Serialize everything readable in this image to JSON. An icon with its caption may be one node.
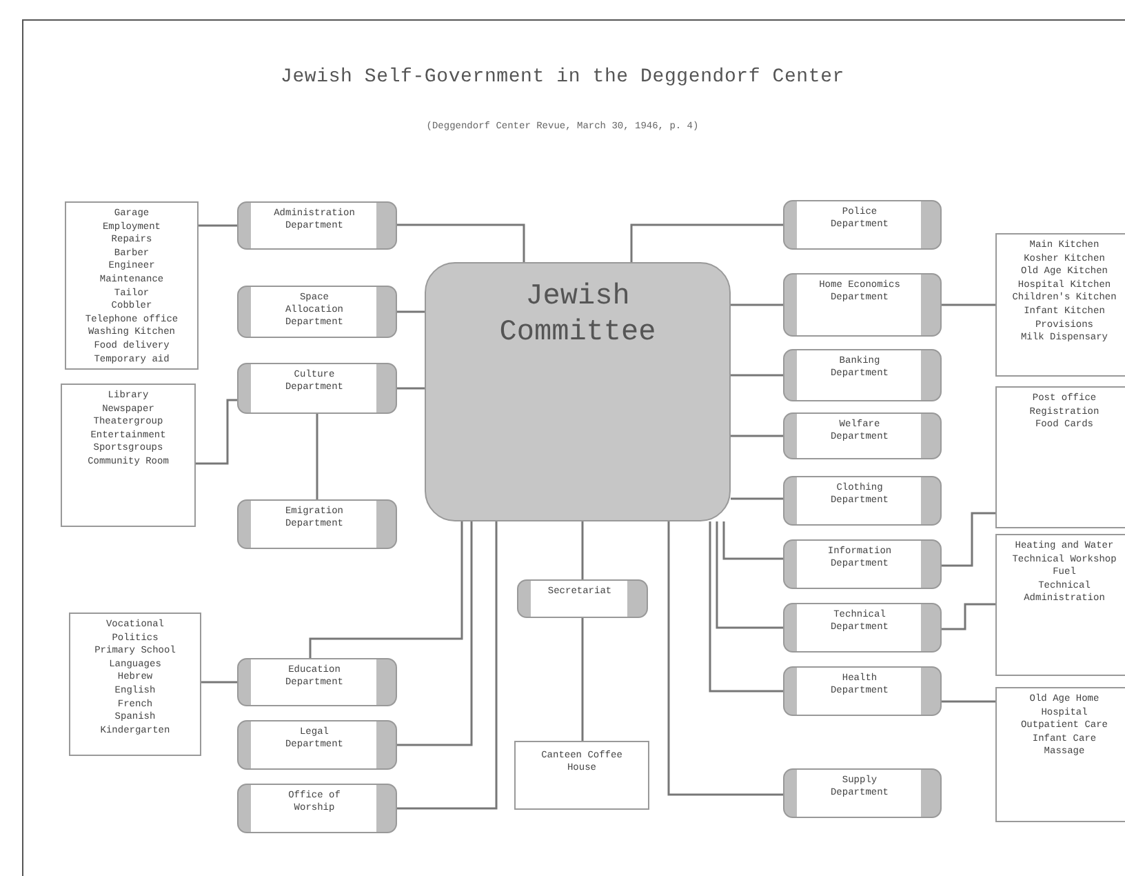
{
  "diagram": {
    "title": "Jewish Self-Government in the Deggendorf Center",
    "caption": "(Deggendorf Center Revue, March 30, 1946, p. 4)",
    "nodes": [
      {
        "text": [
          "Jewish Committee"
        ]
      },
      {
        "text": [
          "Administration Department"
        ]
      },
      {
        "text": [
          "Garage",
          "Employment",
          "Repairs",
          "Barber",
          "Engineer",
          "Maintenance",
          "Tailor",
          "Cobbler",
          "Telephone office",
          "Washing Kitchen",
          "Food delivery",
          "Temporary aid"
        ]
      },
      {
        "text": [
          "Space Allocation Department"
        ]
      },
      {
        "text": [
          "Culture Department"
        ]
      },
      {
        "text": [
          "Library",
          "Newspaper",
          "Theatergroup",
          "Entertainment",
          "Sportsgroups",
          "Community Room"
        ]
      },
      {
        "text": [
          "Emigration Department"
        ]
      },
      {
        "text": [
          "Education Department"
        ]
      },
      {
        "text": [
          "Vocational",
          "Politics",
          "Primary School",
          "Languages",
          "Hebrew",
          "English",
          "French",
          "Spanish",
          "Kindergarten"
        ]
      },
      {
        "text": [
          "Legal Department"
        ]
      },
      {
        "text": [
          "Office of Worship"
        ]
      },
      {
        "text": [
          "Secretariat"
        ]
      },
      {
        "text": [
          "Canteen Coffee House"
        ]
      },
      {
        "text": [
          "Police Department"
        ]
      },
      {
        "text": [
          "Home Economics Department"
        ]
      },
      {
        "text": [
          "Main Kitchen",
          "Kosher Kitchen",
          "Old Age Kitchen",
          "Hospital Kitchen",
          "Children's Kitchen",
          "Infant Kitchen",
          "Provisions",
          "Milk Dispensary"
        ]
      },
      {
        "text": [
          "Banking Department"
        ]
      },
      {
        "text": [
          "Welfare Department"
        ]
      },
      {
        "text": [
          "Clothing Department"
        ]
      },
      {
        "text": [
          "Information Department"
        ]
      },
      {
        "text": [
          "Post office",
          "Registration",
          "Food Cards"
        ]
      },
      {
        "text": [
          "Technical Department"
        ]
      },
      {
        "text": [
          "Heating and Water",
          "Technical Workshop",
          "Fuel",
          "Technical Administration"
        ]
      },
      {
        "text": [
          "Health Department"
        ]
      },
      {
        "text": [
          "Old Age Home",
          "Hospital",
          "Outpatient Care",
          "Infant Care",
          "Massage"
        ]
      },
      {
        "text": [
          "Supply Department"
        ]
      }
    ],
    "edges": [
      {
        "from": 0,
        "to": 1,
        "arrow": "none"
      },
      {
        "from": 1,
        "to": 2,
        "arrow": "none"
      },
      {
        "from": 0,
        "to": 3,
        "arrow": "none"
      },
      {
        "from": 0,
        "to": 4,
        "arrow": "none"
      },
      {
        "from": 4,
        "to": 5,
        "arrow": "none"
      },
      {
        "from": 4,
        "to": 6,
        "arrow": "none"
      },
      {
        "from": 0,
        "to": 7,
        "arrow": "none"
      },
      {
        "from": 7,
        "to": 8,
        "arrow": "none"
      },
      {
        "from": 0,
        "to": 9,
        "arrow": "none"
      },
      {
        "from": 0,
        "to": 10,
        "arrow": "none"
      },
      {
        "from": 0,
        "to": 11,
        "arrow": "none"
      },
      {
        "from": 11,
        "to": 12,
        "arrow": "none"
      },
      {
        "from": 0,
        "to": 13,
        "arrow": "none"
      },
      {
        "from": 0,
        "to": 14,
        "arrow": "none"
      },
      {
        "from": 14,
        "to": 15,
        "arrow": "none"
      },
      {
        "from": 0,
        "to": 16,
        "arrow": "none"
      },
      {
        "from": 0,
        "to": 17,
        "arrow": "none"
      },
      {
        "from": 0,
        "to": 18,
        "arrow": "none"
      },
      {
        "from": 0,
        "to": 19,
        "arrow": "none"
      },
      {
        "from": 19,
        "to": 20,
        "arrow": "none"
      },
      {
        "from": 0,
        "to": 21,
        "arrow": "none"
      },
      {
        "from": 21,
        "to": 22,
        "arrow": "none"
      },
      {
        "from": 0,
        "to": 23,
        "arrow": "none"
      },
      {
        "from": 23,
        "to": 24,
        "arrow": "none"
      },
      {
        "from": 0,
        "to": 25,
        "arrow": "none"
      }
    ]
  }
}
